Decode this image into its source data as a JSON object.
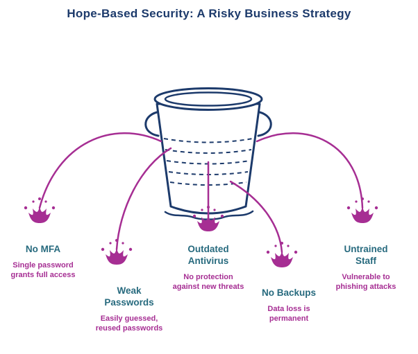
{
  "title": "Hope-Based Security: A Risky Business Strategy",
  "colors": {
    "navy": "#1c3a6b",
    "teal": "#276a7e",
    "magenta": "#a62e93"
  },
  "leaks": [
    {
      "label": "No MFA",
      "description": "Single password grants full access"
    },
    {
      "label": "Weak Passwords",
      "description": "Easily guessed, reused passwords"
    },
    {
      "label": "Outdated Antivirus",
      "description": "No protection against new threats"
    },
    {
      "label": "No Backups",
      "description": "Data loss is permanent"
    },
    {
      "label": "Untrained Staff",
      "description": "Vulnerable to phishing attacks"
    }
  ]
}
